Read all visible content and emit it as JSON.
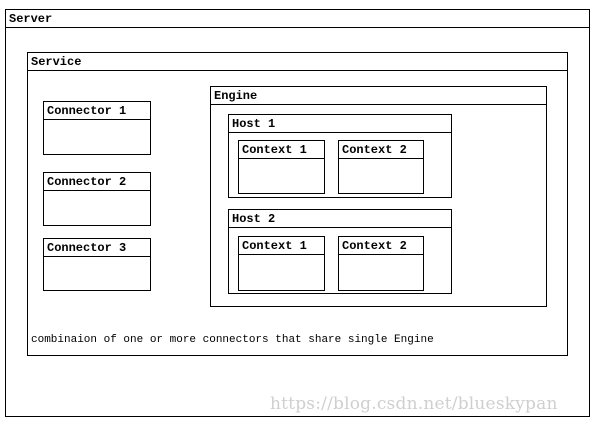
{
  "server": {
    "label": "Server"
  },
  "service": {
    "label": "Service",
    "note": "combinaion of one or more connectors that share single Engine"
  },
  "connectors": [
    "Connector 1",
    "Connector 2",
    "Connector 3"
  ],
  "engine": {
    "label": "Engine",
    "hosts": [
      {
        "label": "Host 1",
        "contexts": [
          "Context 1",
          "Context 2"
        ]
      },
      {
        "label": "Host 2",
        "contexts": [
          "Context 1",
          "Context 2"
        ]
      }
    ]
  },
  "watermark": "https://blog.csdn.net/blueskypan"
}
